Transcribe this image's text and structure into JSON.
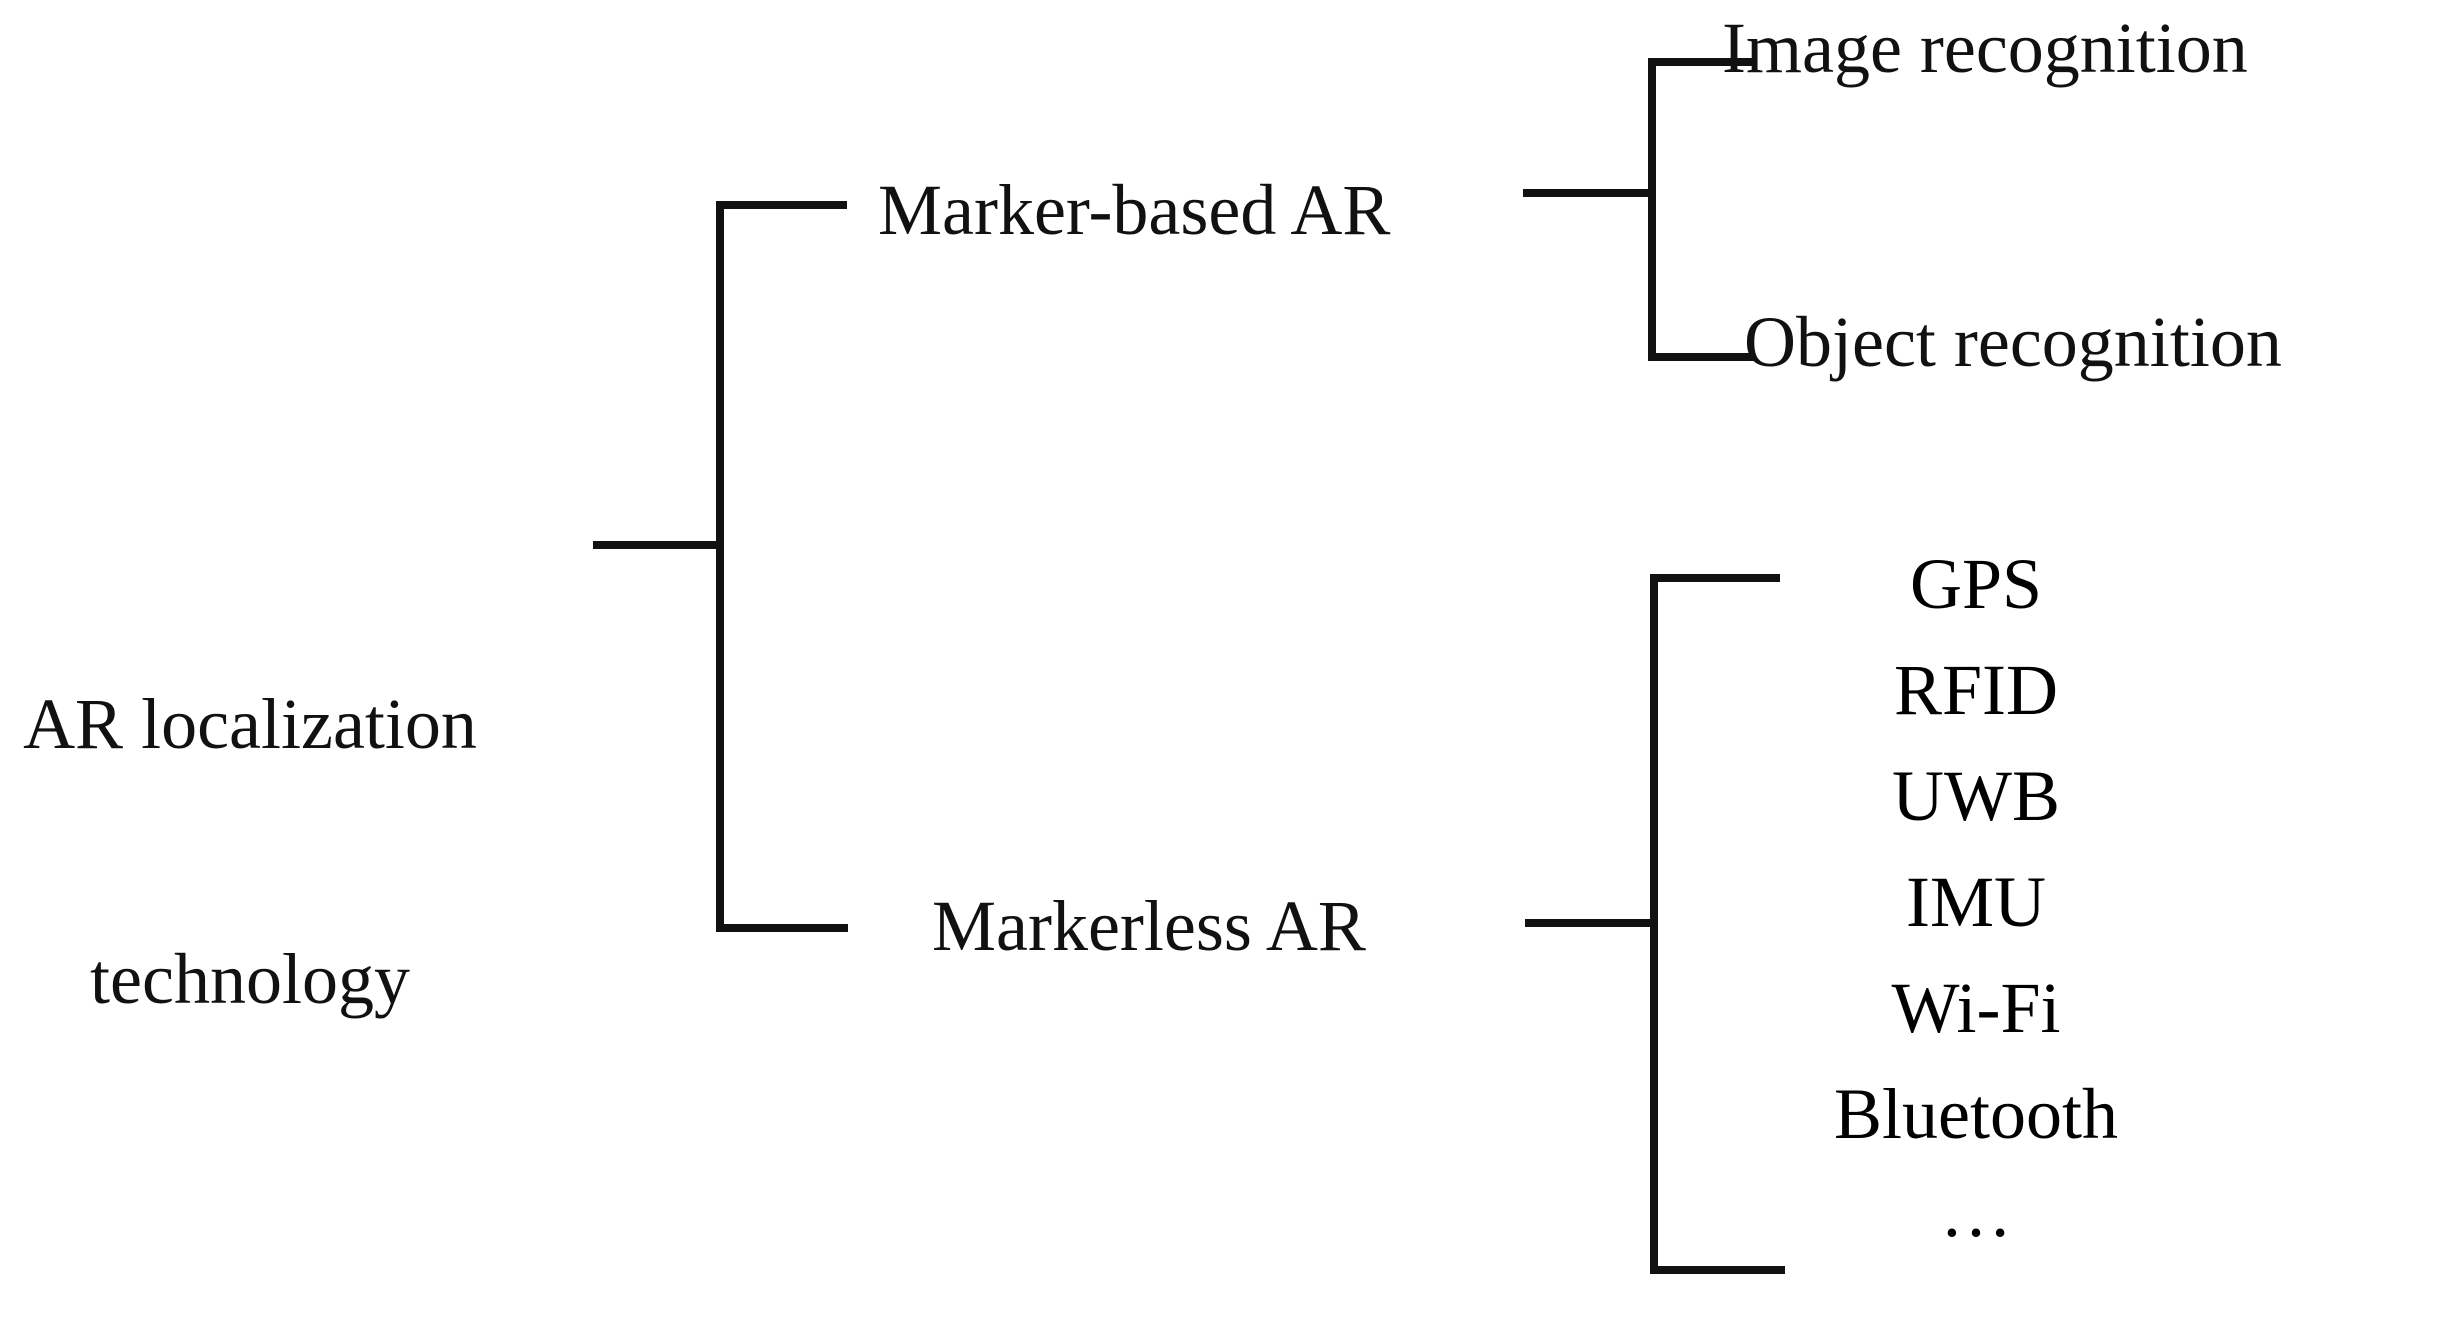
{
  "diagram": {
    "type": "tree-taxonomy",
    "orientation": "left-to-right",
    "background_color": "#ffffff",
    "line_color": "#111111",
    "text_color": "#111111",
    "root": {
      "label": "AR localization technology",
      "line1": "AR localization",
      "line2": "technology"
    },
    "branches": [
      {
        "label": "Marker-based AR",
        "children": [
          {
            "label": "Image recognition"
          },
          {
            "label": "Object recognition"
          }
        ]
      },
      {
        "label": "Markerless AR",
        "children": [
          {
            "label": "GPS"
          },
          {
            "label": "RFID"
          },
          {
            "label": "UWB"
          },
          {
            "label": "IMU"
          },
          {
            "label": "Wi-Fi"
          },
          {
            "label": "Bluetooth"
          },
          {
            "label": "…"
          }
        ]
      }
    ]
  }
}
